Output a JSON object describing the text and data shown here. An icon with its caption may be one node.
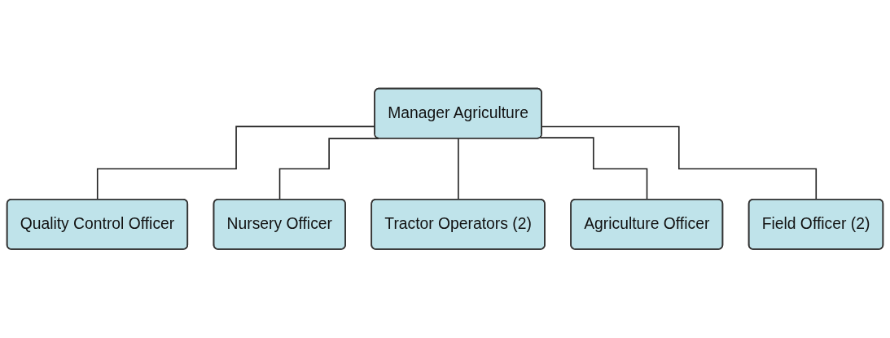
{
  "diagram": {
    "nodes": [
      {
        "text": [
          "Manager Agriculture"
        ]
      },
      {
        "text": [
          "Quality Control Officer"
        ]
      },
      {
        "text": [
          "Nursery Officer"
        ]
      },
      {
        "text": [
          "Tractor Operators (2)"
        ]
      },
      {
        "text": [
          "Agriculture Officer"
        ]
      },
      {
        "text": [
          "Field Officer (2)"
        ]
      }
    ],
    "edges": [
      {
        "from": 0,
        "to": 1,
        "arrow": "none"
      },
      {
        "from": 0,
        "to": 2,
        "arrow": "none"
      },
      {
        "from": 0,
        "to": 3,
        "arrow": "none"
      },
      {
        "from": 0,
        "to": 4,
        "arrow": "none"
      },
      {
        "from": 0,
        "to": 5,
        "arrow": "none"
      }
    ]
  }
}
